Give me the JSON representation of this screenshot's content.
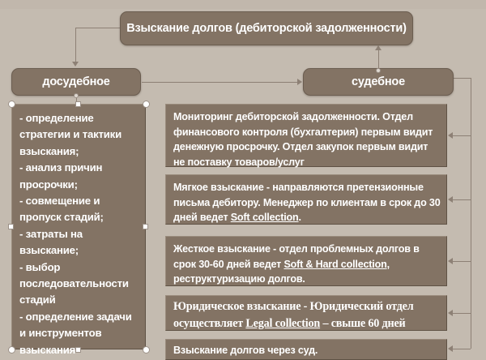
{
  "diagram": {
    "title_box": {
      "label": "Взыскание долгов (дебиторской задолженности)"
    },
    "branches": {
      "pretrial": {
        "label": "досудебное"
      },
      "judicial": {
        "label": "судебное"
      }
    },
    "pretrial_items": [
      "- определение стратегии и тактики взыскания;",
      "- анализ причин просрочки;",
      "- совмещение и пропуск стадий;",
      "- затраты на взыскание;",
      "- выбор последовательности стадий",
      "- определение задачи и инструментов взыскания"
    ],
    "judicial_steps": [
      {
        "id": "monitoring",
        "text": "Мониторинг дебиторской задолженности. Отдел финансового контроля (бухгалтерия) первым видит денежную просрочку. Отдел закупок первым видит не поставку товаров/услуг"
      },
      {
        "id": "soft",
        "text_before": "Мягкое взыскание - направляются претензионные письма дебитору. Менеджер по клиентам в срок до 30 дней ведет ",
        "underlined": "Soft collection",
        "text_after": "."
      },
      {
        "id": "hard",
        "text_before": "Жесткое взыскание - отдел проблемных долгов в срок 30-60 дней ведет ",
        "underlined": "Soft & Hard collection",
        "text_after": ", реструктуризацию долгов."
      },
      {
        "id": "legal",
        "text_before": "Юридическое взыскание - Юридический отдел осуществляет ",
        "underlined": "Legal collection",
        "text_after": " – свыше 60 дней"
      },
      {
        "id": "court",
        "text": "Взыскание долгов через суд."
      }
    ],
    "colors": {
      "canvas_background": "#c4bbb0",
      "box_fill": "#837364",
      "box_text": "#ffffff",
      "connector": "#8d8075",
      "handle_fill": "#ffffff"
    }
  }
}
